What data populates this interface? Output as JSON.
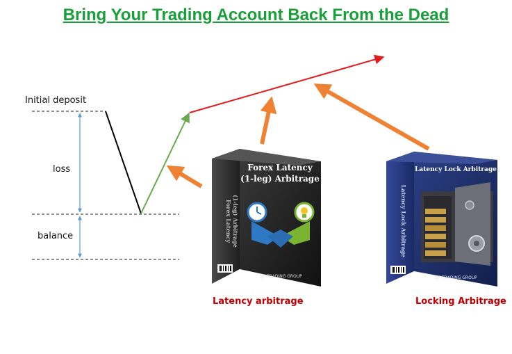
{
  "title": {
    "text": "Bring Your Trading Account Back From the Dead",
    "color": "#1a9e3a"
  },
  "diagram": {
    "labels": {
      "initial_deposit": "Initial deposit",
      "loss": "loss",
      "balance": "balance"
    },
    "colors": {
      "drop_line": "#000000",
      "recovery_line": "#6aa84f",
      "growth_line": "#e31b1b",
      "callout_arrows": "#ee8232",
      "measure_arrows": "#5b9bd5",
      "dashed_guides": "#222222"
    }
  },
  "products": [
    {
      "name": "latency-box",
      "box_title_line1": "Forex Latency",
      "box_title_line2": "(1-leg) Arbitrage",
      "spine_line1": "Forex Latency",
      "spine_line2": "(1-leg) Arbitrage",
      "brand": "SJF TRADING GROUP",
      "caption": "Latency arbitrage",
      "caption_color": "#c00000",
      "box_color": "#1e1e1e"
    },
    {
      "name": "locking-box",
      "box_title_line1": "Latency Lock Arbitrage",
      "spine_line1": "Latency Lock Arbitrage",
      "brand": "SJF TRADING GROUP",
      "caption": "Locking Arbitrage",
      "caption_color": "#c00000",
      "box_color": "#1d2f6b"
    }
  ]
}
